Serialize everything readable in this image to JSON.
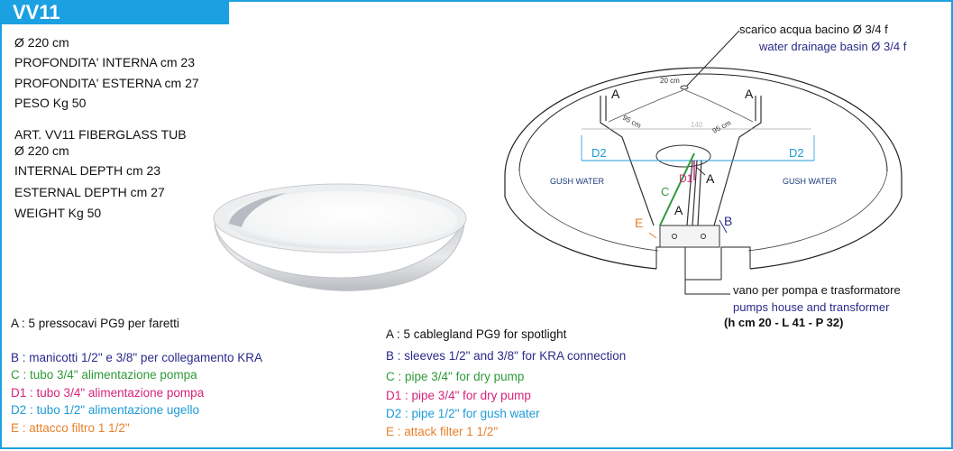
{
  "header": {
    "title": "VV11"
  },
  "specs_it": [
    "Ø 220 cm",
    "PROFONDITA' INTERNA cm 23",
    "PROFONDITA' ESTERNA cm 27",
    "PESO Kg 50"
  ],
  "specs_en": [
    "ART. VV11 FIBERGLASS TUB",
    "Ø 220 cm",
    "INTERNAL DEPTH cm 23",
    "ESTERNAL DEPTH cm 27",
    "WEIGHT Kg 50"
  ],
  "diagram": {
    "drain_it": "scarico acqua bacino Ø 3/4 f",
    "drain_en": "water drainage basin Ø 3/4 f",
    "dim_20": "20 cm",
    "dim_95_left": "95 cm",
    "dim_95_right": "95 cm",
    "dim_140": "140",
    "label_A": "A",
    "label_B": "B",
    "label_C": "C",
    "label_D1": "D1",
    "label_D2": "D2",
    "label_E": "E",
    "gush_water": "GUSH WATER",
    "vano_it": "vano per pompa e trasformatore",
    "vano_en": "pumps house and transformer",
    "vano_dims": "(h cm 20 - L 41 - P 32)"
  },
  "legend_it": [
    {
      "key": "A",
      "text": ": 5 pressocavi PG9 per faretti",
      "color": "#111111"
    },
    {
      "key": "B",
      "text": ": manicotti 1/2\" e 3/8\" per collegamento KRA",
      "color": "#2b2a8a"
    },
    {
      "key": "C",
      "text": ": tubo 3/4\" alimentazione pompa",
      "color": "#2e9a3a"
    },
    {
      "key": "D1",
      "text": ": tubo 3/4\"  alimentazione pompa",
      "color": "#d6247a"
    },
    {
      "key": "D2",
      "text": ": tubo 1/2\" alimentazione ugello",
      "color": "#1e9bd7"
    },
    {
      "key": "E",
      "text": ": attacco filtro 1 1/2\"",
      "color": "#e8802a"
    }
  ],
  "legend_en": [
    {
      "key": "A",
      "text": ": 5 cablegland PG9 for spotlight",
      "color": "#111111"
    },
    {
      "key": "B",
      "text": ": sleeves 1/2\" and 3/8\" for KRA connection",
      "color": "#2b2a8a"
    },
    {
      "key": "C",
      "text": ": pipe 3/4\" for dry pump",
      "color": "#2e9a3a"
    },
    {
      "key": "D1",
      "text": ": pipe 3/4\"  for dry pump",
      "color": "#d6247a"
    },
    {
      "key": "D2",
      "text": ": pipe 1/2\" for gush water",
      "color": "#1e9bd7"
    },
    {
      "key": "E",
      "text": ": attack filter 1 1/2\"",
      "color": "#e8802a"
    }
  ]
}
